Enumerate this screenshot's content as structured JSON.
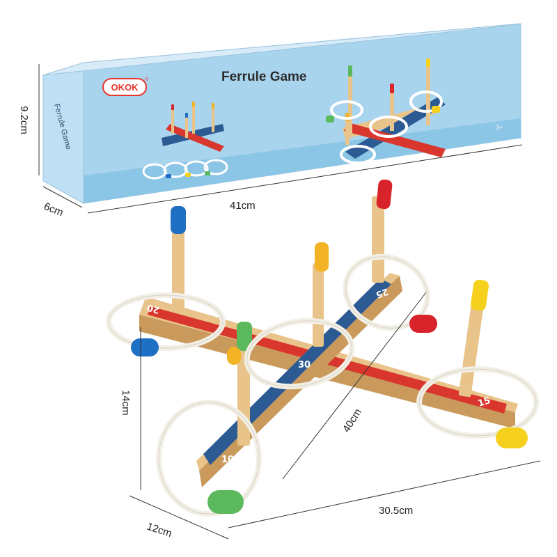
{
  "box": {
    "brand": "OKOK",
    "registered_mark": "®",
    "title": "Ferrule Game",
    "side_title": "Ferrule Game",
    "age_badge": "3+"
  },
  "dimensions": {
    "box_height": "9.2cm",
    "box_depth": "6cm",
    "box_length": "41cm",
    "game_height": "14cm",
    "game_diagonal": "40cm",
    "game_width": "30.5cm",
    "game_depth": "12cm"
  },
  "board_scores": {
    "left": "20",
    "center": "30",
    "right": "15",
    "front": "10",
    "back": "25"
  },
  "colors": {
    "box_blue": "#a9d4ee",
    "box_band": "#8cc6e6",
    "box_side": "#bfe0f4",
    "wood": "#e9c48a",
    "wood_dark": "#c99a5c",
    "red_strip": "#d9362d",
    "blue_strip": "#2c5a93",
    "peg_blue": "#1f6fc4",
    "peg_red": "#d8232a",
    "peg_orange": "#f2b324",
    "peg_green": "#5cb85c",
    "peg_yellow": "#f5d11e",
    "rope": "#f2efe6"
  }
}
